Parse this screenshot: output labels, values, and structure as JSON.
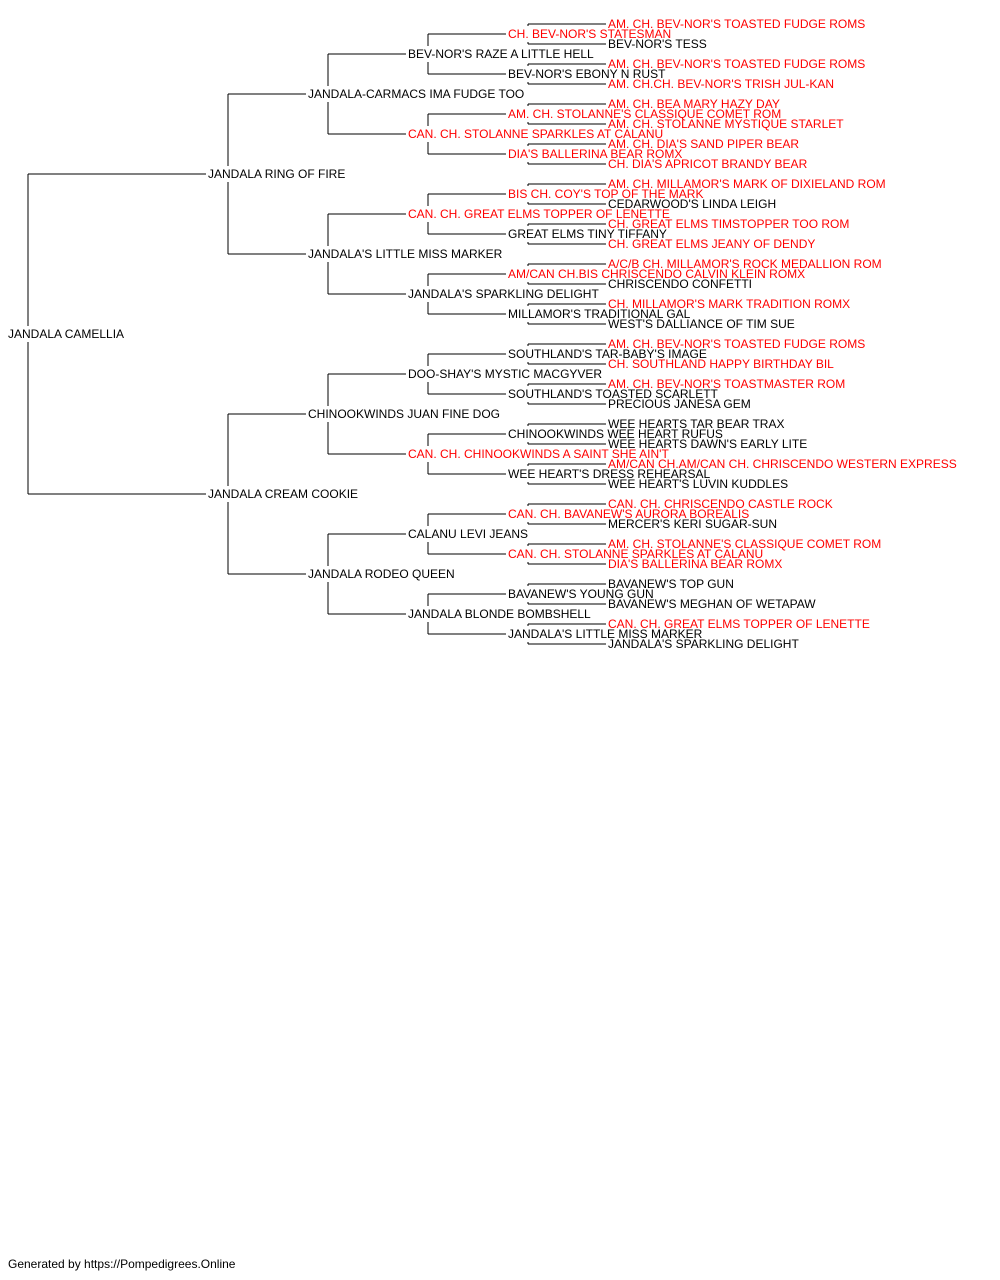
{
  "colors": {
    "champion": "#ff0000",
    "normal": "#000000",
    "line": "#000000"
  },
  "footer": "Generated by https://Pompedigrees.Online",
  "pedigree": {
    "name": "JANDALA CAMELLIA",
    "champ": false,
    "sire": {
      "name": "JANDALA RING OF FIRE",
      "champ": false,
      "sire": {
        "name": "JANDALA-CARMACS IMA FUDGE TOO",
        "champ": false,
        "sire": {
          "name": "BEV-NOR'S RAZE A LITTLE HELL",
          "champ": false,
          "sire": {
            "name": "CH. BEV-NOR'S STATESMAN",
            "champ": true,
            "sire": {
              "name": "AM. CH. BEV-NOR'S TOASTED FUDGE ROMS",
              "champ": true
            },
            "dam": {
              "name": "BEV-NOR'S TESS",
              "champ": false
            }
          },
          "dam": {
            "name": "BEV-NOR'S EBONY N RUST",
            "champ": false,
            "sire": {
              "name": "AM. CH. BEV-NOR'S TOASTED FUDGE ROMS",
              "champ": true
            },
            "dam": {
              "name": "AM. CH.CH. BEV-NOR'S TRISH JUL-KAN",
              "champ": true
            }
          }
        },
        "dam": {
          "name": "CAN. CH. STOLANNE SPARKLES AT CALANU",
          "champ": true,
          "sire": {
            "name": "AM. CH. STOLANNE'S CLASSIQUE COMET ROM",
            "champ": true,
            "sire": {
              "name": "AM. CH. BEA MARY HAZY DAY",
              "champ": true
            },
            "dam": {
              "name": "AM. CH. STOLANNE MYSTIQUE STARLET",
              "champ": true
            }
          },
          "dam": {
            "name": "DIA'S BALLERINA BEAR ROMX",
            "champ": true,
            "sire": {
              "name": "AM. CH. DIA'S SAND PIPER BEAR",
              "champ": true
            },
            "dam": {
              "name": "CH. DIA'S APRICOT BRANDY BEAR",
              "champ": true
            }
          }
        }
      },
      "dam": {
        "name": "JANDALA'S LITTLE MISS MARKER",
        "champ": false,
        "sire": {
          "name": "CAN. CH. GREAT ELMS TOPPER OF LENETTE",
          "champ": true,
          "sire": {
            "name": "BIS CH. COY'S TOP OF THE MARK",
            "champ": true,
            "sire": {
              "name": "AM. CH. MILLAMOR'S MARK OF DIXIELAND ROM",
              "champ": true
            },
            "dam": {
              "name": "CEDARWOOD'S LINDA LEIGH",
              "champ": false
            }
          },
          "dam": {
            "name": "GREAT ELMS TINY TIFFANY",
            "champ": false,
            "sire": {
              "name": "CH. GREAT ELMS TIMSTOPPER TOO ROM",
              "champ": true
            },
            "dam": {
              "name": "CH. GREAT ELMS JEANY OF DENDY",
              "champ": true
            }
          }
        },
        "dam": {
          "name": "JANDALA'S SPARKLING DELIGHT",
          "champ": false,
          "sire": {
            "name": "AM/CAN CH.BIS CHRISCENDO CALVIN KLEIN ROMX",
            "champ": true,
            "sire": {
              "name": "A/C/B CH. MILLAMOR'S ROCK MEDALLION ROM",
              "champ": true
            },
            "dam": {
              "name": "CHRISCENDO CONFETTI",
              "champ": false
            }
          },
          "dam": {
            "name": "MILLAMOR'S TRADITIONAL GAL",
            "champ": false,
            "sire": {
              "name": "CH. MILLAMOR'S MARK TRADITION ROMX",
              "champ": true
            },
            "dam": {
              "name": "WEST'S DALLIANCE OF TIM SUE",
              "champ": false
            }
          }
        }
      }
    },
    "dam": {
      "name": "JANDALA CREAM COOKIE",
      "champ": false,
      "sire": {
        "name": "CHINOOKWINDS JUAN FINE DOG",
        "champ": false,
        "sire": {
          "name": "DOO-SHAY'S MYSTIC MACGYVER",
          "champ": false,
          "sire": {
            "name": "SOUTHLAND'S TAR-BABY'S IMAGE",
            "champ": false,
            "sire": {
              "name": "AM. CH. BEV-NOR'S TOASTED FUDGE ROMS",
              "champ": true
            },
            "dam": {
              "name": "CH. SOUTHLAND HAPPY BIRTHDAY BIL",
              "champ": true
            }
          },
          "dam": {
            "name": "SOUTHLAND'S TOASTED SCARLETT",
            "champ": false,
            "sire": {
              "name": "AM. CH. BEV-NOR'S TOASTMASTER ROM",
              "champ": true
            },
            "dam": {
              "name": "PRECIOUS JANESA GEM",
              "champ": false
            }
          }
        },
        "dam": {
          "name": "CAN. CH. CHINOOKWINDS A SAINT SHE AIN'T",
          "champ": true,
          "sire": {
            "name": "CHINOOKWINDS WEE HEART RUFUS",
            "champ": false,
            "sire": {
              "name": "WEE HEARTS TAR BEAR TRAX",
              "champ": false
            },
            "dam": {
              "name": "WEE HEARTS DAWN'S EARLY LITE",
              "champ": false
            }
          },
          "dam": {
            "name": "WEE HEART'S DRESS REHEARSAL",
            "champ": false,
            "sire": {
              "name": "AM/CAN CH.AM/CAN CH. CHRISCENDO WESTERN EXPRESS",
              "champ": true
            },
            "dam": {
              "name": "WEE HEART'S LUVIN KUDDLES",
              "champ": false
            }
          }
        }
      },
      "dam": {
        "name": "JANDALA RODEO QUEEN",
        "champ": false,
        "sire": {
          "name": "CALANU LEVI JEANS",
          "champ": false,
          "sire": {
            "name": "CAN. CH. BAVANEW'S AURORA BOREALIS",
            "champ": true,
            "sire": {
              "name": "CAN. CH. CHRISCENDO CASTLE ROCK",
              "champ": true
            },
            "dam": {
              "name": "MERCER'S KERI SUGAR-SUN",
              "champ": false
            }
          },
          "dam": {
            "name": "CAN. CH. STOLANNE SPARKLES AT CALANU",
            "champ": true,
            "sire": {
              "name": "AM. CH. STOLANNE'S CLASSIQUE COMET ROM",
              "champ": true
            },
            "dam": {
              "name": "DIA'S BALLERINA BEAR ROMX",
              "champ": true
            }
          }
        },
        "dam": {
          "name": "JANDALA BLONDE BOMBSHELL",
          "champ": false,
          "sire": {
            "name": "BAVANEW'S YOUNG GUN",
            "champ": false,
            "sire": {
              "name": "BAVANEW'S TOP GUN",
              "champ": false
            },
            "dam": {
              "name": "BAVANEW'S MEGHAN OF WETAPAW",
              "champ": false
            }
          },
          "dam": {
            "name": "JANDALA'S LITTLE MISS MARKER",
            "champ": false,
            "sire": {
              "name": "CAN. CH. GREAT ELMS TOPPER OF LENETTE",
              "champ": true
            },
            "dam": {
              "name": "JANDALA'S SPARKLING DELIGHT",
              "champ": false
            }
          }
        }
      }
    }
  }
}
